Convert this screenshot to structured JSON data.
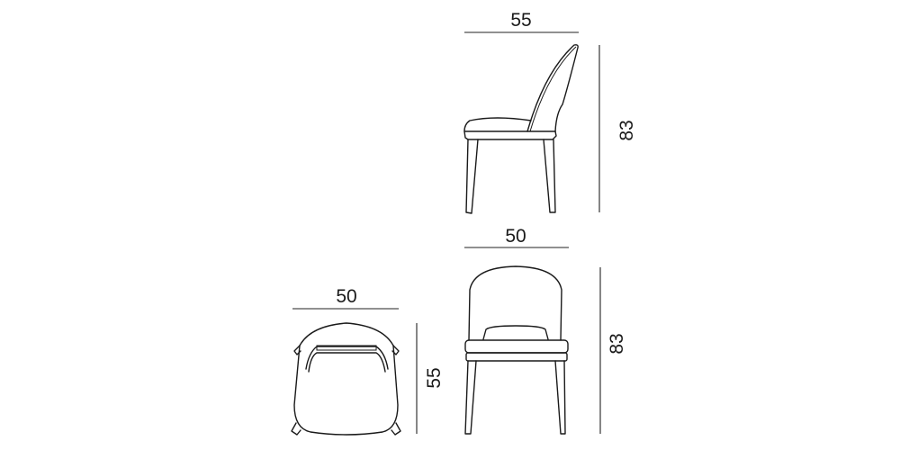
{
  "views": {
    "side": {
      "width_label": "55",
      "height_label": "83"
    },
    "front": {
      "width_label": "50",
      "height_label": "83"
    },
    "top": {
      "width_label": "50",
      "depth_label": "55"
    }
  },
  "colors": {
    "line": "#1a1a1a",
    "background": "#ffffff"
  }
}
